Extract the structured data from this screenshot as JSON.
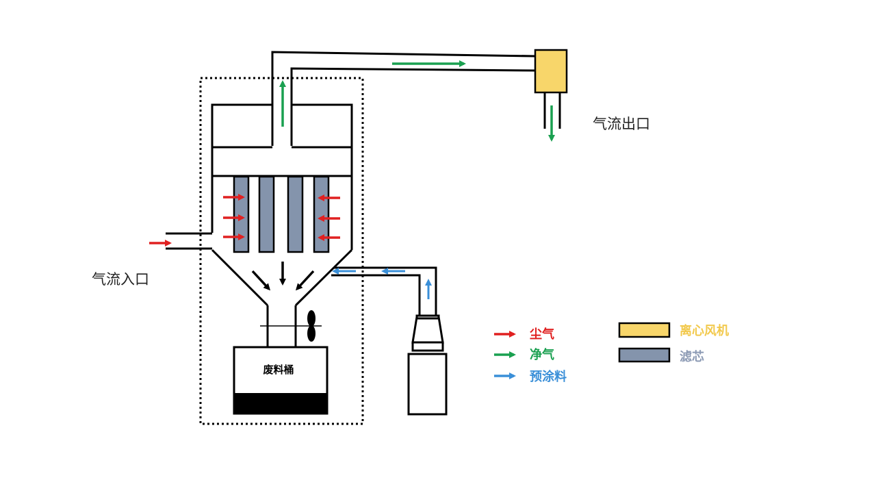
{
  "labels": {
    "air_outlet": "气流出口",
    "air_inlet": "气流入口",
    "waste_bin": "废料桶"
  },
  "legend": {
    "arrows": [
      {
        "text": "尘气",
        "color": "#e02020"
      },
      {
        "text": "净气",
        "color": "#1aa050"
      },
      {
        "text": "预涂料",
        "color": "#3a8fd8"
      }
    ],
    "components": [
      {
        "text": "离心风机",
        "color": "#f8d66a",
        "text_color": "#f2c94c"
      },
      {
        "text": "滤芯",
        "color": "#8494ac",
        "text_color": "#8c9ab4"
      }
    ]
  },
  "colors": {
    "dust_air": "#e02020",
    "clean_air": "#1aa050",
    "precoat": "#3a8fd8",
    "fan": "#f8d66a",
    "filter": "#8494ac",
    "line": "#000000"
  }
}
